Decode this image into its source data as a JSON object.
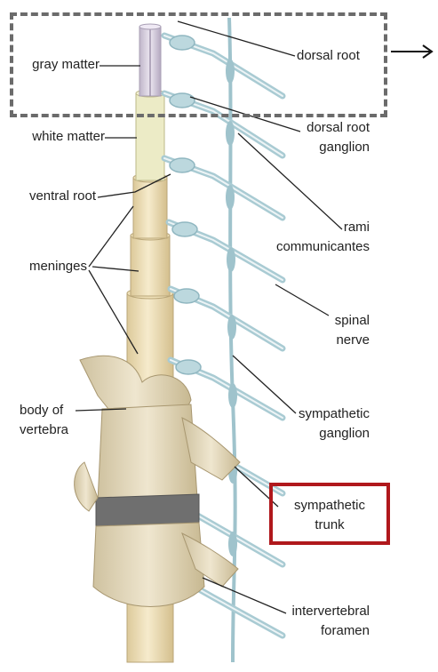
{
  "labels": {
    "gray_matter": "gray matter",
    "white_matter": "white matter",
    "ventral_root": "ventral root",
    "meninges": "meninges",
    "body_of_vertebra_1": "body of",
    "body_of_vertebra_2": "vertebra",
    "dorsal_root": "dorsal root",
    "dorsal_root_ganglion_1": "dorsal root",
    "dorsal_root_ganglion_2": "ganglion",
    "rami_communicantes_1": "rami",
    "rami_communicantes_2": "communicantes",
    "spinal_nerve_1": "spinal",
    "spinal_nerve_2": "nerve",
    "sympathetic_ganglion_1": "sympathetic",
    "sympathetic_ganglion_2": "ganglion",
    "sympathetic_trunk_1": "sympathetic",
    "sympathetic_trunk_2": "trunk",
    "intervertebral_foramen_1": "intervertebral",
    "intervertebral_foramen_2": "foramen"
  },
  "colors": {
    "dashed_highlight": "#6b6b6b",
    "red_highlight": "#b0181c",
    "meninges": "#f1e2bd",
    "gray_matter": "#d8cfe0",
    "nerves": "#a9cbd3",
    "bone": "#e9dfc4",
    "disc": "#6f6f6f"
  }
}
